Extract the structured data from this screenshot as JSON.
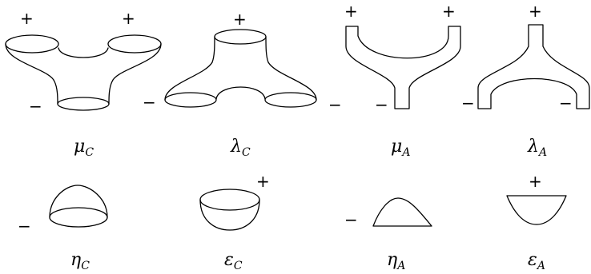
{
  "signs": {
    "plus": "+",
    "minus": "−"
  },
  "labels": {
    "mu_c": {
      "main": "μ",
      "sub": "C"
    },
    "lambda_c": {
      "main": "λ",
      "sub": "C"
    },
    "mu_a": {
      "main": "μ",
      "sub": "A"
    },
    "lambda_a": {
      "main": "λ",
      "sub": "A"
    },
    "eta_c": {
      "main": "η",
      "sub": "C"
    },
    "eps_c": {
      "main": "ε",
      "sub": "C"
    },
    "eta_a": {
      "main": "η",
      "sub": "A"
    },
    "eps_a": {
      "main": "ε",
      "sub": "A"
    }
  }
}
